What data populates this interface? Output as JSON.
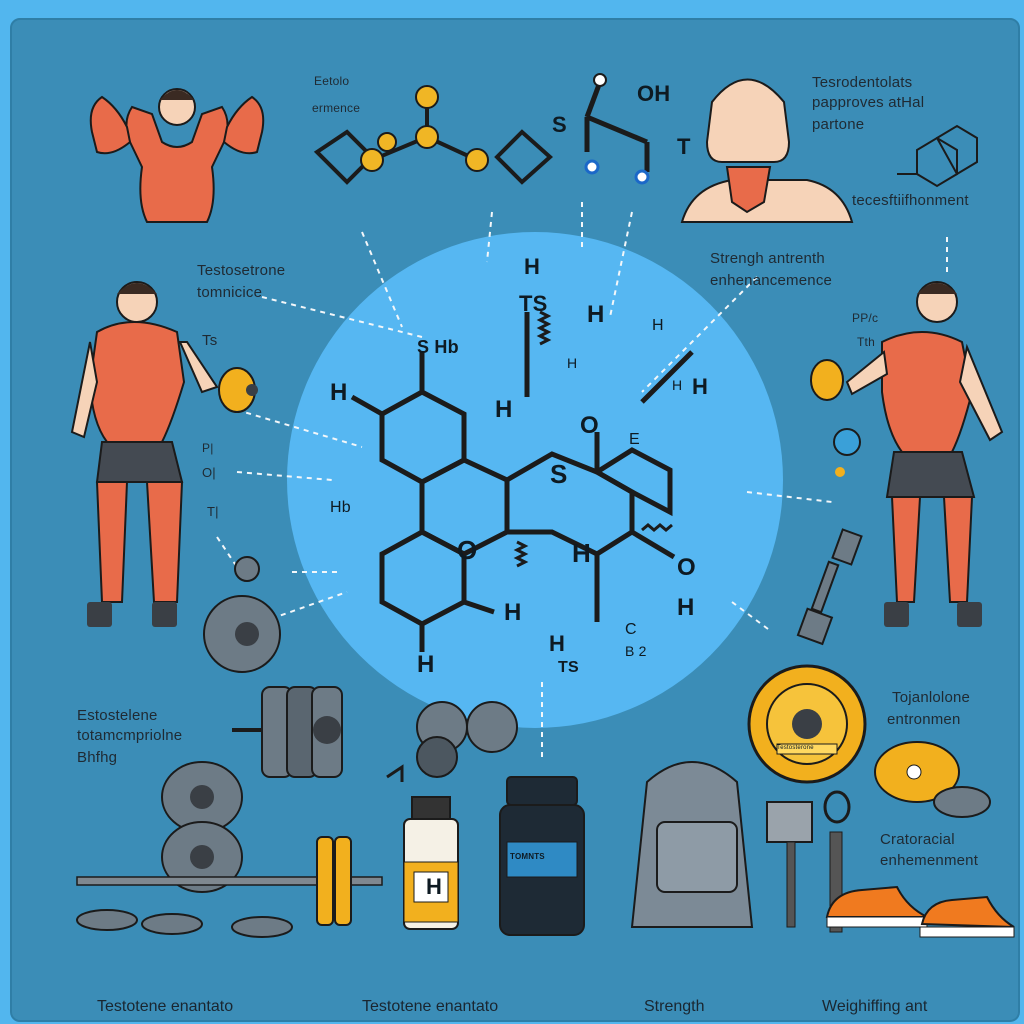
{
  "colors": {
    "background": "#3b8db7",
    "frame": "#52b6ee",
    "center_circle": "#55b8f4",
    "muscle": "#e86b4a",
    "skin": "#f6d3b8",
    "weight_yellow": "#f2b01e",
    "plate_gray": "#6d7b86"
  },
  "labels": {
    "top_left_small_1": "Eetolo",
    "top_left_small_2": "ermence",
    "top_oh": "OH",
    "top_s": "S",
    "top_t": "T",
    "top_right_1": "Tesrodentolats",
    "top_right_2": "papproves atHal",
    "top_right_3": "partone",
    "top_right_4": "tecesftiifhonment",
    "left_mid_1": "Testosetrone",
    "left_mid_2": "tomnicice",
    "left_ts": "Ts",
    "left_p": "P|",
    "left_o": "O|",
    "left_tj": "T|",
    "right_mid_1": "Strengh antrenth",
    "right_mid_2": "enhenancemence",
    "right_small_1": "PP/c",
    "right_small_2": "Tth",
    "bottom_left_1": "Estostelene",
    "bottom_left_2": "totamcmpriolne",
    "bottom_left_3": "Bhfhg",
    "bottom_right_1": "Tojanlolone",
    "bottom_right_2": "entronmen",
    "bottom_right_3": "Cratoracial",
    "bottom_right_4": "enhemenment",
    "molecule": {
      "h_top": "H",
      "ts_top": "TS",
      "h_left": "H",
      "s_hb": "S Hb",
      "h_inner": "H",
      "o_top": "O",
      "h_upper_right": "H",
      "h_right": "H",
      "h_small": "H",
      "h_ring": "H",
      "e_label": "E",
      "h_arrow": "H",
      "s_center": "S",
      "hb_left": "Hb",
      "o_center": "O",
      "h_mid": "H",
      "h_bottom": "H",
      "h_lower": "H",
      "oh_right": "O",
      "h_oh": "H",
      "ts_bottom": "TS",
      "h_ts": "H",
      "c_label": "C",
      "b2_label": "B 2"
    },
    "bottle_label": "H",
    "jar_label": "TOMNTS",
    "plate_label": "Testosterone"
  },
  "footer": {
    "item1": "Testotene enantato",
    "item2": "Testotene enantato",
    "item3": "Strength",
    "item4": "Weighiffing ant"
  }
}
